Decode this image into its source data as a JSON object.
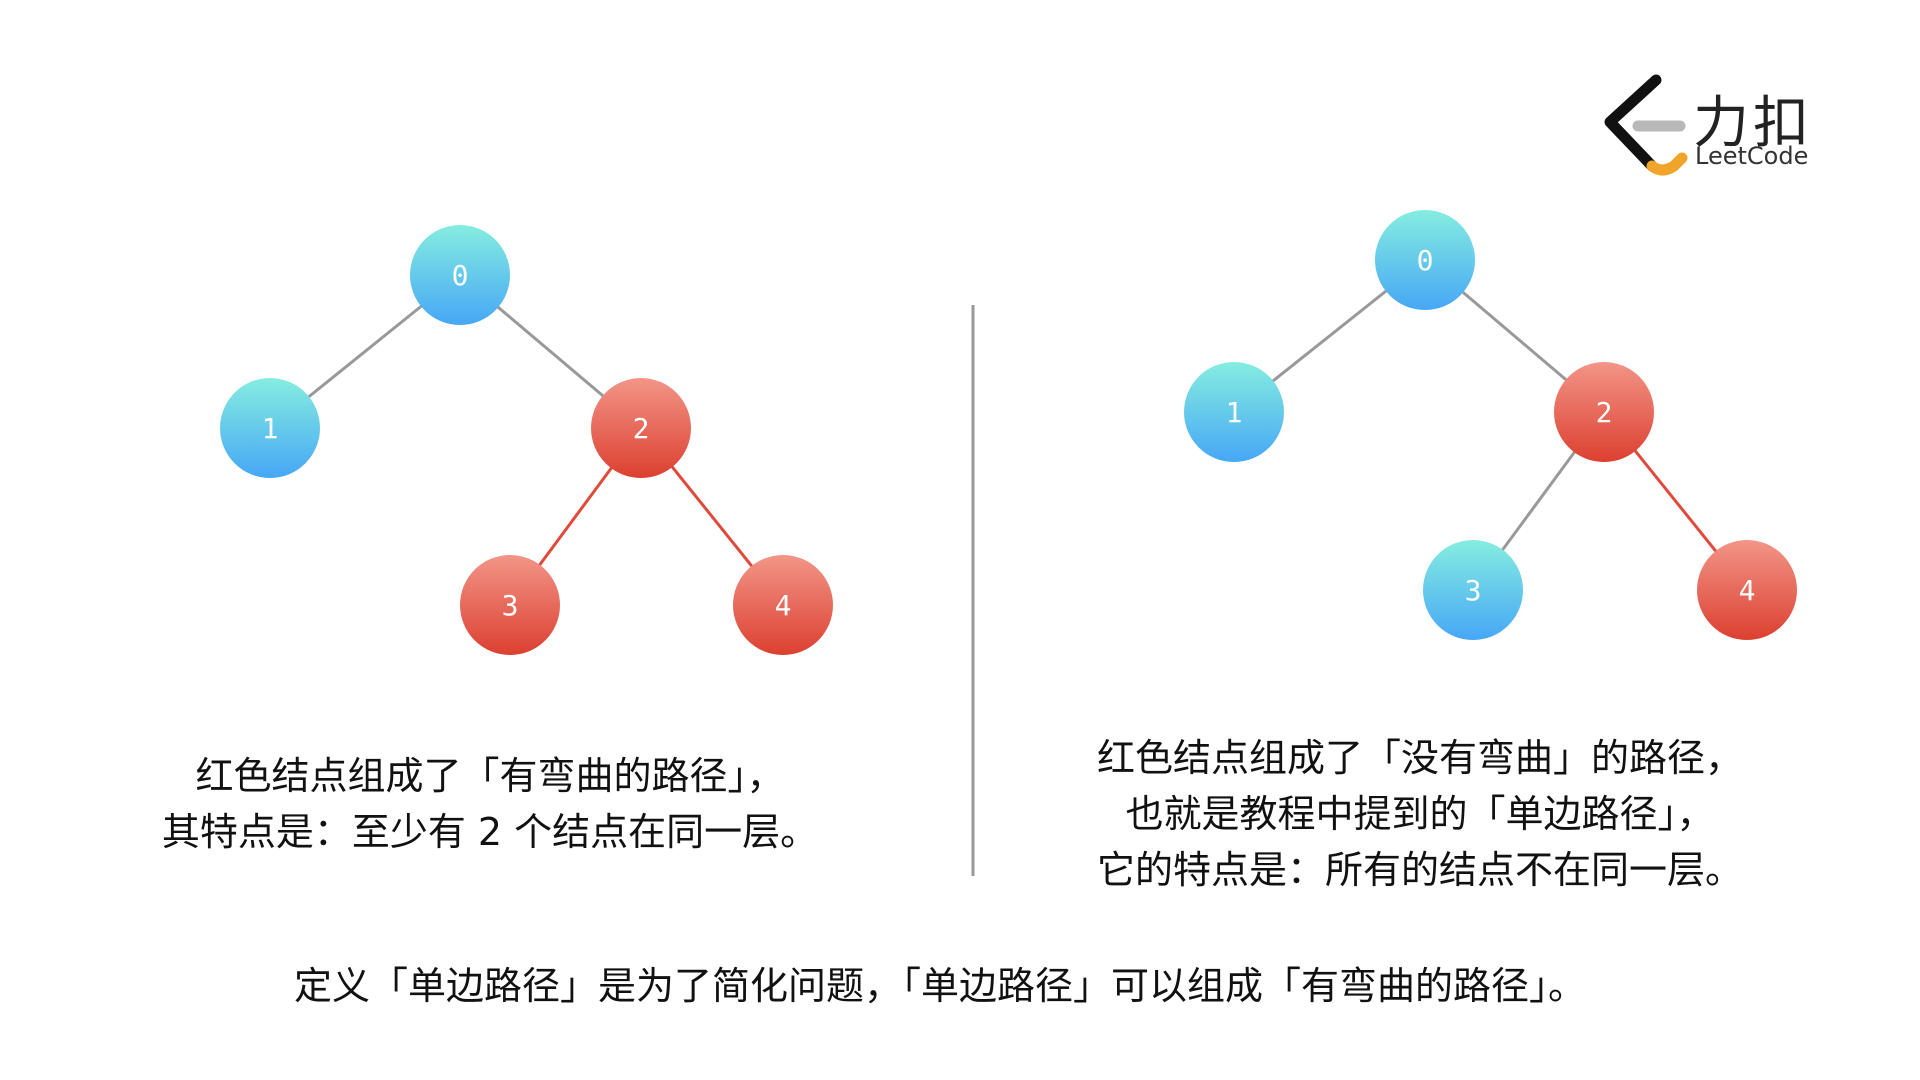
{
  "logo": {
    "name_cn": "力扣",
    "name_en": "LeetCode"
  },
  "colors": {
    "blue_node_top": "#86ede0",
    "blue_node_bottom": "#46a7f5",
    "red_node_top": "#f29588",
    "red_node_bottom": "#dc4030",
    "edge_gray": "#999999",
    "edge_red": "#e04a3a",
    "divider": "#999999"
  },
  "trees": [
    {
      "nodes": [
        {
          "id": 0,
          "label": "0",
          "color": "blue"
        },
        {
          "id": 1,
          "label": "1",
          "color": "blue"
        },
        {
          "id": 2,
          "label": "2",
          "color": "red"
        },
        {
          "id": 3,
          "label": "3",
          "color": "red"
        },
        {
          "id": 4,
          "label": "4",
          "color": "red"
        }
      ],
      "edges": [
        {
          "from": 0,
          "to": 1,
          "color": "gray"
        },
        {
          "from": 0,
          "to": 2,
          "color": "gray"
        },
        {
          "from": 2,
          "to": 3,
          "color": "red"
        },
        {
          "from": 2,
          "to": 4,
          "color": "red"
        }
      ],
      "caption": [
        "红色结点组成了「有弯曲的路径」，",
        "其特点是：至少有 2 个结点在同一层。"
      ]
    },
    {
      "nodes": [
        {
          "id": 0,
          "label": "0",
          "color": "blue"
        },
        {
          "id": 1,
          "label": "1",
          "color": "blue"
        },
        {
          "id": 2,
          "label": "2",
          "color": "red"
        },
        {
          "id": 3,
          "label": "3",
          "color": "blue"
        },
        {
          "id": 4,
          "label": "4",
          "color": "red"
        }
      ],
      "edges": [
        {
          "from": 0,
          "to": 1,
          "color": "gray"
        },
        {
          "from": 0,
          "to": 2,
          "color": "gray"
        },
        {
          "from": 2,
          "to": 3,
          "color": "gray"
        },
        {
          "from": 2,
          "to": 4,
          "color": "red"
        }
      ],
      "caption": [
        "红色结点组成了「没有弯曲」的路径，",
        "也就是教程中提到的「单边路径」，",
        "它的特点是：所有的结点不在同一层。"
      ]
    }
  ],
  "footer": "定义「单边路径」是为了简化问题，「单边路径」可以组成「有弯曲的路径」。"
}
